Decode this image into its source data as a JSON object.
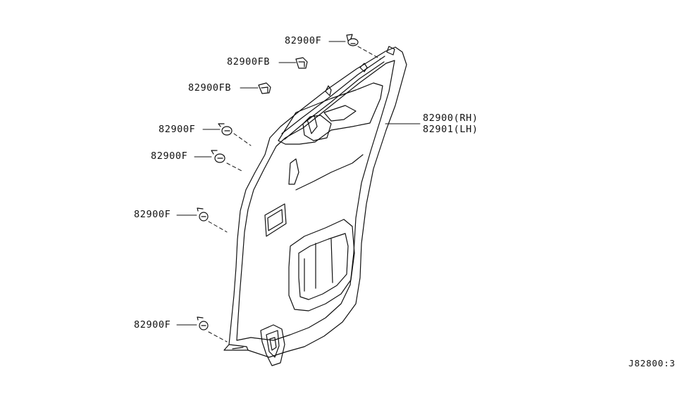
{
  "callouts": [
    {
      "id": "c1",
      "text": "82900F"
    },
    {
      "id": "c2",
      "text": "82900FB"
    },
    {
      "id": "c3",
      "text": "82900FB"
    },
    {
      "id": "c4",
      "text": "82900F"
    },
    {
      "id": "c5",
      "text": "82900F"
    },
    {
      "id": "c6",
      "text": "82900F"
    },
    {
      "id": "c7",
      "text": "82900F"
    }
  ],
  "main_part": {
    "rh": "82900(RH)",
    "lh": "82901(LH)"
  },
  "diagram_ref": "J82800:3",
  "colors": {
    "line": "#111111",
    "background": "#ffffff"
  }
}
